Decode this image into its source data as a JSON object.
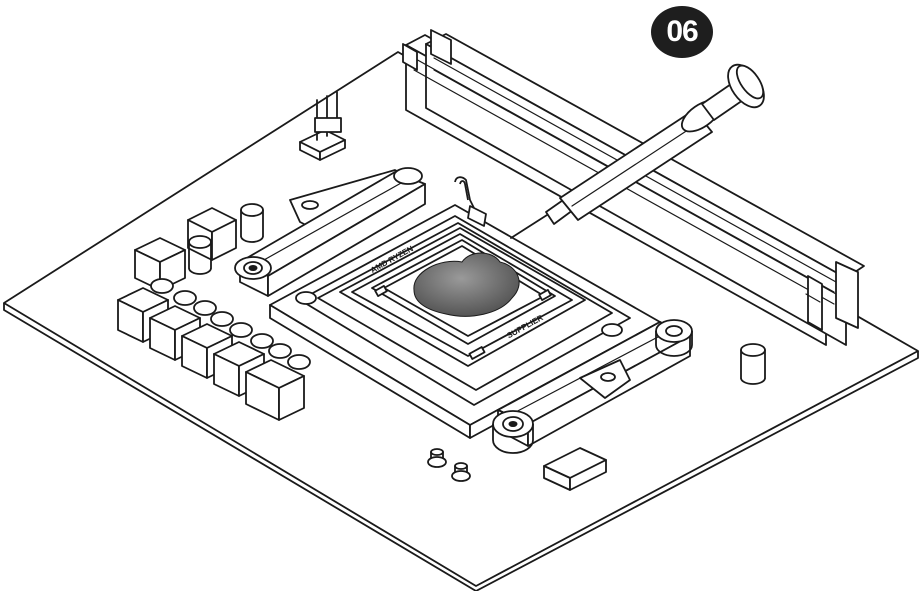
{
  "step": {
    "number": "06"
  },
  "cpu": {
    "brand_label": "AMD RYZEN",
    "supplier_label": "SUPPLIER"
  },
  "colors": {
    "line": "#1a1a1a",
    "badge": "#1e1e1e",
    "paste": "#7a7a7a",
    "background": "#ffffff"
  },
  "icons": [
    "thermal-paste-syringe-icon",
    "motherboard-icon",
    "cpu-socket-icon"
  ]
}
